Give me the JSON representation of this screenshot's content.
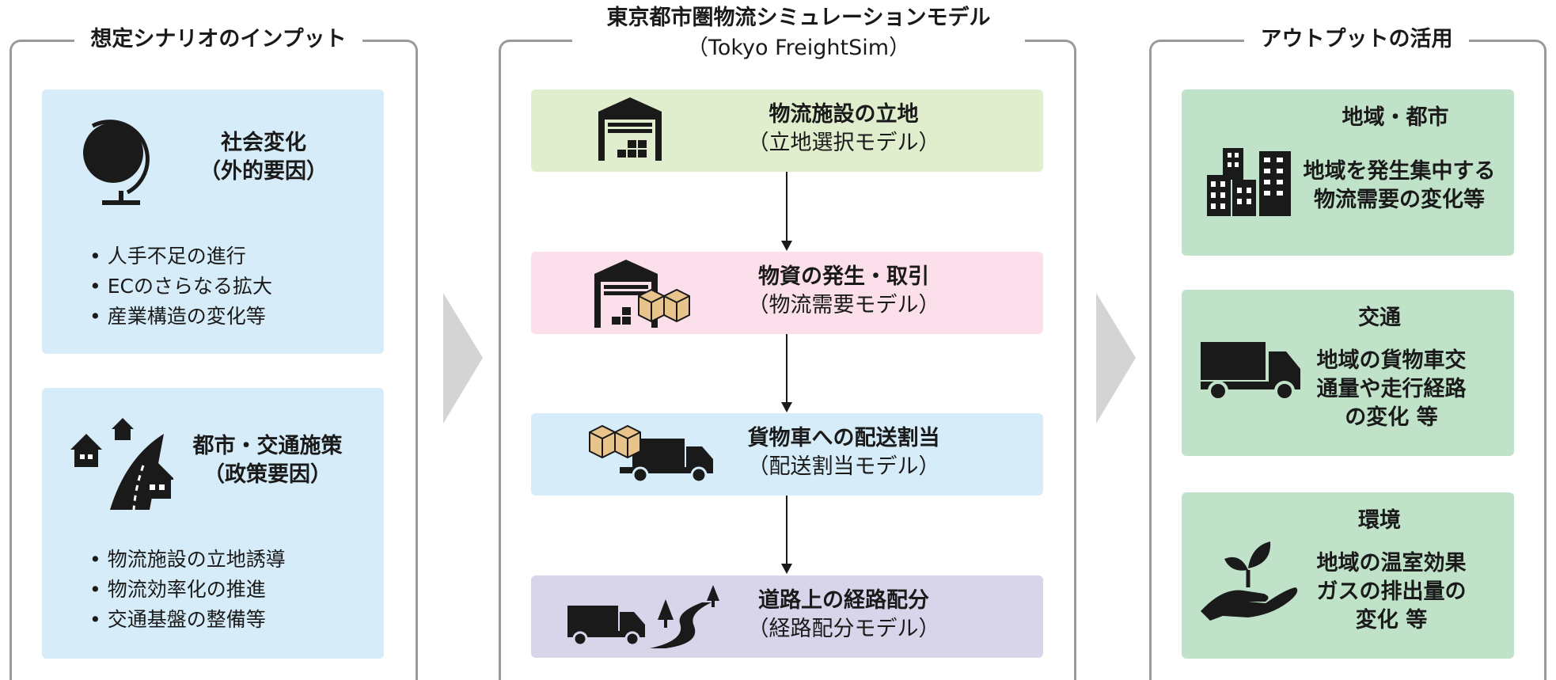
{
  "left": {
    "title": "想定シナリオのインプット",
    "social": {
      "title": "社会変化",
      "subtitle": "（外的要因）",
      "bullets": [
        "人手不足の進行",
        "ECのさらなる拡大",
        "産業構造の変化等"
      ]
    },
    "policy": {
      "title": "都市・交通施策",
      "subtitle": "（政策要因）",
      "bullets": [
        "物流施設の立地誘導",
        "物流効率化の推進",
        "交通基盤の整備等"
      ]
    }
  },
  "center": {
    "title_line1": "東京都市圏物流シミュレーションモデル",
    "title_line2": "（Tokyo FreightSim）",
    "steps": [
      {
        "title": "物流施設の立地",
        "subtitle": "（立地選択モデル）"
      },
      {
        "title": "物資の発生・取引",
        "subtitle": "（物流需要モデル）"
      },
      {
        "title": "貨物車への配送割当",
        "subtitle": "（配送割当モデル）"
      },
      {
        "title": "道路上の経路配分",
        "subtitle": "（経路配分モデル）"
      }
    ]
  },
  "right": {
    "title": "アウトプットの活用",
    "items": [
      {
        "title": "地域・都市",
        "desc1": "地域を発生集中する",
        "desc2": "物流需要の変化等",
        "desc3": ""
      },
      {
        "title": "交通",
        "desc1": "地域の貨物車交",
        "desc2": "通量や走行経路",
        "desc3": "の変化 等"
      },
      {
        "title": "環境",
        "desc1": "地域の温室効果",
        "desc2": "ガスの排出量の",
        "desc3": "変化 等"
      }
    ]
  },
  "icons": {
    "globe": "globe-icon",
    "houses_road": "houses-road-icon",
    "warehouse": "warehouse-icon",
    "warehouse_boxes": "warehouse-boxes-icon",
    "boxes_truck": "boxes-truck-icon",
    "truck_road": "truck-road-icon",
    "buildings": "buildings-icon",
    "truck": "truck-icon",
    "plant_hand": "plant-hand-icon"
  },
  "colors": {
    "input_card": "#d6ecf8",
    "output_card": "#c0e2c9",
    "step1": "#e0eecd",
    "step2": "#fbdfea",
    "step3": "#d6ecf8",
    "step4": "#d8d4e9",
    "frame": "#9a9a9a",
    "chevron": "#d4d4d4"
  }
}
